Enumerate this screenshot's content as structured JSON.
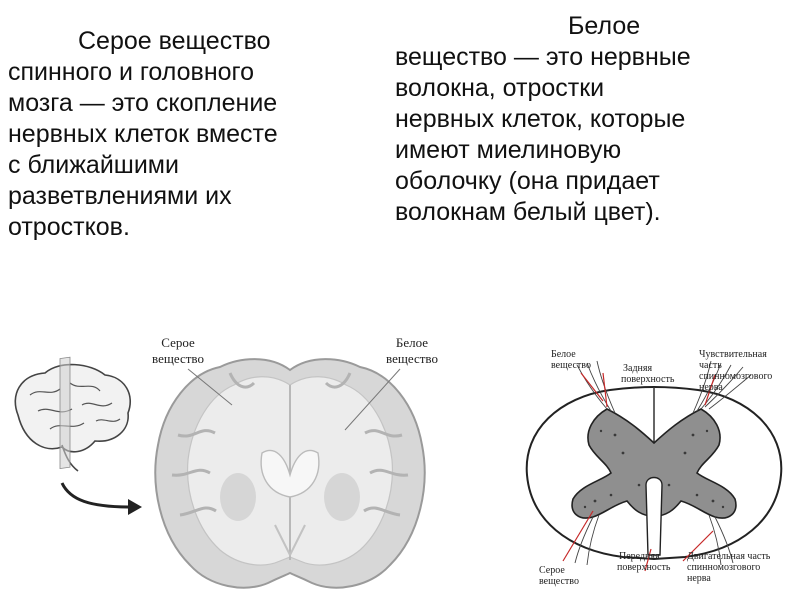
{
  "left_text": {
    "lines": [
      "Серое вещество",
      "спинного и головного",
      "мозга — это скопление",
      "нервных клеток вместе",
      "с ближайшими",
      "разветвлениями их",
      "отростков."
    ]
  },
  "right_text": {
    "lines": [
      "Белое",
      "вещество — это нервные",
      "волокна, отростки",
      "нервных клеток, которые",
      "имеют миелиновую",
      "оболочку (она придает",
      "волокнам белый цвет)."
    ]
  },
  "brain_figure": {
    "label_grey_1": "Серое",
    "label_grey_2": "вещество",
    "label_white_1": "Белое",
    "label_white_2": "вещество"
  },
  "cord_figure": {
    "label_white_1": "Белое",
    "label_white_2": "вещество",
    "label_dorsal_1": "Задняя",
    "label_dorsal_2": "поверхность",
    "label_sensory_1": "Чувствительная",
    "label_sensory_2": "часть",
    "label_sensory_3": "спинномозгового",
    "label_sensory_4": "нерва",
    "label_grey_1": "Серое",
    "label_grey_2": "вещество",
    "label_ventral_1": "Передняя",
    "label_ventral_2": "поверхность",
    "label_motor_1": "Двигательная часть",
    "label_motor_2": "спинномозгового",
    "label_motor_3": "нерва"
  }
}
